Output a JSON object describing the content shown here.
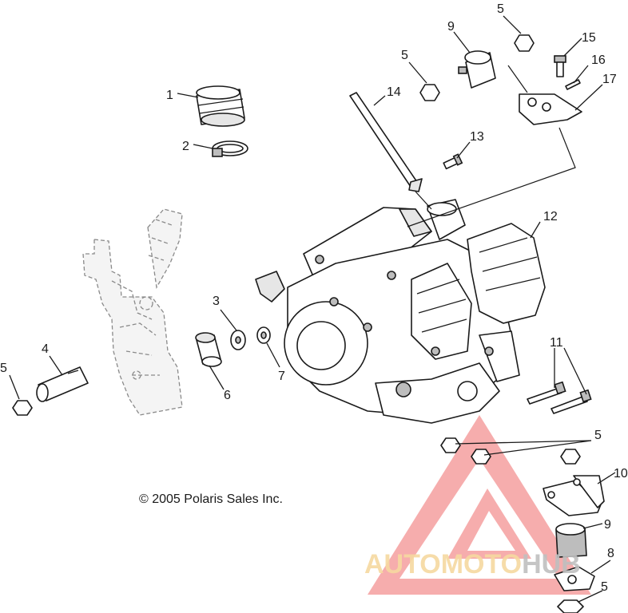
{
  "copyright": "© 2005 Polaris Sales Inc.",
  "watermark": {
    "part1": "AUTOMOTO",
    "part2": "HUB",
    "color_auto": "#f6d9a0",
    "color_hub": "#bfbfbf",
    "triangle_color": "#ef6b6b"
  },
  "callouts": {
    "c1": "1",
    "c2": "2",
    "c3": "3",
    "c4": "4",
    "c5a": "5",
    "c5b": "5",
    "c5c": "5",
    "c5d": "5",
    "c5e": "5",
    "c6": "6",
    "c7": "7",
    "c8": "8",
    "c9a": "9",
    "c9b": "9",
    "c10": "10",
    "c11": "11",
    "c12": "12",
    "c13": "13",
    "c14": "14",
    "c15": "15",
    "c16": "16",
    "c17": "17"
  }
}
